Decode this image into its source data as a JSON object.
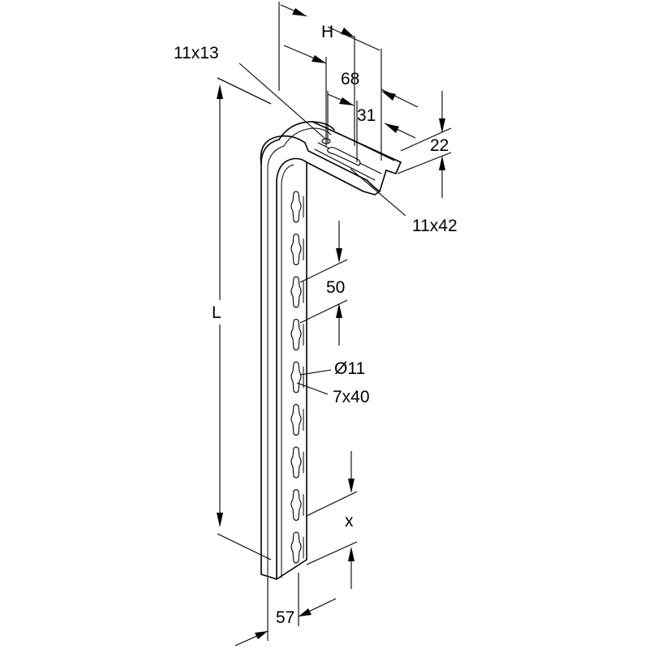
{
  "dimensions": {
    "height_h": "H",
    "hole_top": "11x13",
    "width_68": "68",
    "width_31": "31",
    "depth_22": "22",
    "slot_top": "11x42",
    "length_l": "L",
    "pitch_50": "50",
    "hole_dia": "Ø11",
    "slot_side": "7x40",
    "offset_x": "x",
    "width_57": "57"
  }
}
